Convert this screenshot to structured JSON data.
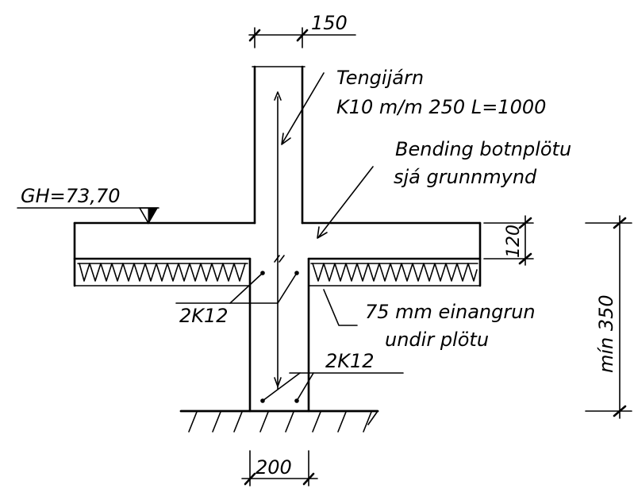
{
  "labels": {
    "dim_wall_thickness": "150",
    "dowel_title": "Tengijárn",
    "dowel_spec": "K10 m/m 250 L=1000",
    "slab_reinf_line1": "Bending botnplötu",
    "slab_reinf_line2": "sjá grunnmynd",
    "ground_level": "GH=73,70",
    "dim_slab_thickness": "120",
    "dim_min_depth": "mín 350",
    "rebar_upper": "2K12",
    "insulation_line1": "75 mm einangrun",
    "insulation_line2": "undir plötu",
    "rebar_lower": "2K12",
    "dim_footing_width": "200"
  }
}
